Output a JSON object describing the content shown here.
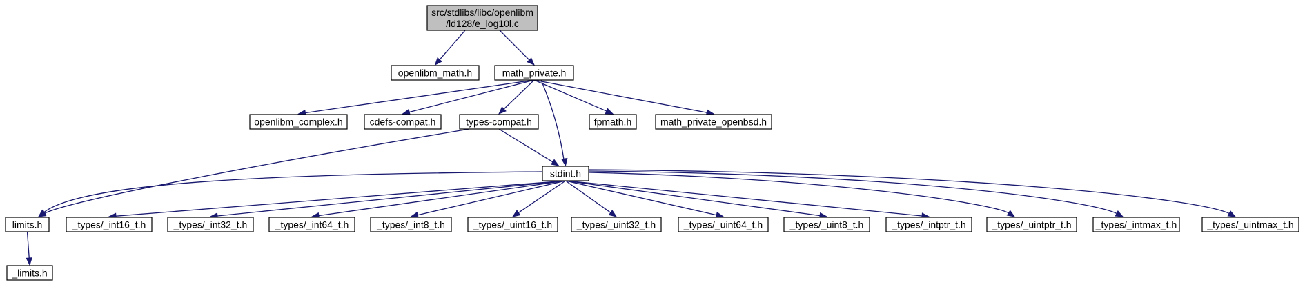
{
  "diagram": {
    "colors": {
      "edge": "#191970",
      "root_fill": "#bfbfbf",
      "node_fill": "#ffffff",
      "border": "#000000"
    },
    "nodes": [
      {
        "id": "root",
        "lines": [
          "src/stdlibs/libc/openlibm",
          "/ld128/e_log10l.c"
        ],
        "root": true
      },
      {
        "id": "openlibm_math",
        "lines": [
          "openlibm_math.h"
        ]
      },
      {
        "id": "math_private",
        "lines": [
          "math_private.h"
        ]
      },
      {
        "id": "openlibm_complex",
        "lines": [
          "openlibm_complex.h"
        ]
      },
      {
        "id": "cdefs_compat",
        "lines": [
          "cdefs-compat.h"
        ]
      },
      {
        "id": "types_compat",
        "lines": [
          "types-compat.h"
        ]
      },
      {
        "id": "fpmath",
        "lines": [
          "fpmath.h"
        ]
      },
      {
        "id": "math_private_openbsd",
        "lines": [
          "math_private_openbsd.h"
        ]
      },
      {
        "id": "stdint",
        "lines": [
          "stdint.h"
        ]
      },
      {
        "id": "limits",
        "lines": [
          "limits.h"
        ]
      },
      {
        "id": "int16",
        "lines": [
          "_types/_int16_t.h"
        ]
      },
      {
        "id": "int32",
        "lines": [
          "_types/_int32_t.h"
        ]
      },
      {
        "id": "int64",
        "lines": [
          "_types/_int64_t.h"
        ]
      },
      {
        "id": "int8",
        "lines": [
          "_types/_int8_t.h"
        ]
      },
      {
        "id": "uint16",
        "lines": [
          "_types/_uint16_t.h"
        ]
      },
      {
        "id": "uint32",
        "lines": [
          "_types/_uint32_t.h"
        ]
      },
      {
        "id": "uint64",
        "lines": [
          "_types/_uint64_t.h"
        ]
      },
      {
        "id": "uint8",
        "lines": [
          "_types/_uint8_t.h"
        ]
      },
      {
        "id": "intptr",
        "lines": [
          "_types/_intptr_t.h"
        ]
      },
      {
        "id": "uintptr",
        "lines": [
          "_types/_uintptr_t.h"
        ]
      },
      {
        "id": "intmax",
        "lines": [
          "_types/_intmax_t.h"
        ]
      },
      {
        "id": "uintmax",
        "lines": [
          "_types/_uintmax_t.h"
        ]
      },
      {
        "id": "_limits",
        "lines": [
          "_limits.h"
        ]
      }
    ],
    "edges": [
      [
        "root",
        "openlibm_math"
      ],
      [
        "root",
        "math_private"
      ],
      [
        "math_private",
        "openlibm_complex"
      ],
      [
        "math_private",
        "cdefs_compat"
      ],
      [
        "math_private",
        "types_compat"
      ],
      [
        "math_private",
        "stdint"
      ],
      [
        "math_private",
        "fpmath"
      ],
      [
        "math_private",
        "math_private_openbsd"
      ],
      [
        "types_compat",
        "limits"
      ],
      [
        "types_compat",
        "stdint"
      ],
      [
        "stdint",
        "limits"
      ],
      [
        "stdint",
        "int16"
      ],
      [
        "stdint",
        "int32"
      ],
      [
        "stdint",
        "int64"
      ],
      [
        "stdint",
        "int8"
      ],
      [
        "stdint",
        "uint16"
      ],
      [
        "stdint",
        "uint32"
      ],
      [
        "stdint",
        "uint64"
      ],
      [
        "stdint",
        "uint8"
      ],
      [
        "stdint",
        "intptr"
      ],
      [
        "stdint",
        "uintptr"
      ],
      [
        "stdint",
        "intmax"
      ],
      [
        "stdint",
        "uintmax"
      ],
      [
        "limits",
        "_limits"
      ]
    ]
  }
}
